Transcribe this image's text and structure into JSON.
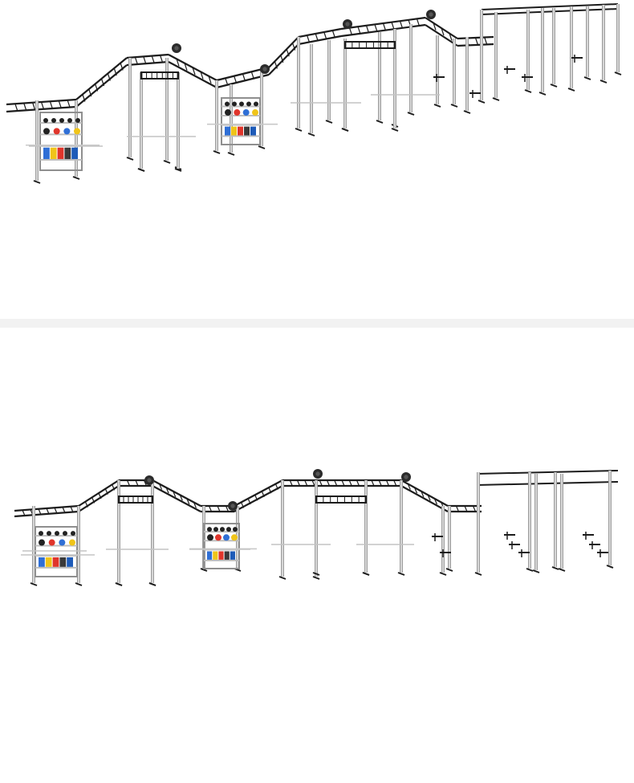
{
  "scene": {
    "subject": "modular-rig-rendering",
    "views": [
      "perspective",
      "front"
    ],
    "colors": {
      "background": "#ffffff",
      "divider": "#f2f2f2",
      "frame": "#1c1c1c",
      "upright": "#d6d6d6",
      "upright_edge": "#8f8f8f",
      "shelf": "#bdbdbd",
      "plates": [
        "#2f6fd6",
        "#f0c419",
        "#e0352b",
        "#3a3a3a",
        "#1e5bb8"
      ],
      "kettlebells": [
        "#222222",
        "#e0352b",
        "#2f6fd6",
        "#f0c419"
      ]
    }
  }
}
